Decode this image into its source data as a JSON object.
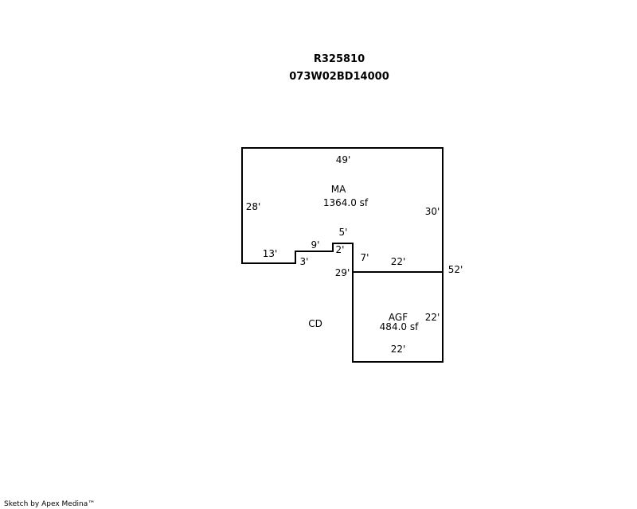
{
  "header": {
    "parcel_id": "R325810",
    "map_number": "073W02BD14000"
  },
  "areas": {
    "main": {
      "code": "MA",
      "area": "1364.0 sf"
    },
    "garage": {
      "code": "AGF",
      "area": "484.0 sf"
    },
    "deck": {
      "code": "CD"
    }
  },
  "dimensions": {
    "ma_top": "49'",
    "ma_left": "28'",
    "ma_right": "30'",
    "step_bottom": "13'",
    "step_mid": "9'",
    "step_3": "3'",
    "step_2": "2'",
    "step_5": "5'",
    "inner_7": "7'",
    "inner_29": "29'",
    "shared_22": "22'",
    "overall_52": "52'",
    "agf_right": "22'",
    "agf_bottom": "22'"
  },
  "footer": {
    "credit": "Sketch by Apex Medina™"
  }
}
